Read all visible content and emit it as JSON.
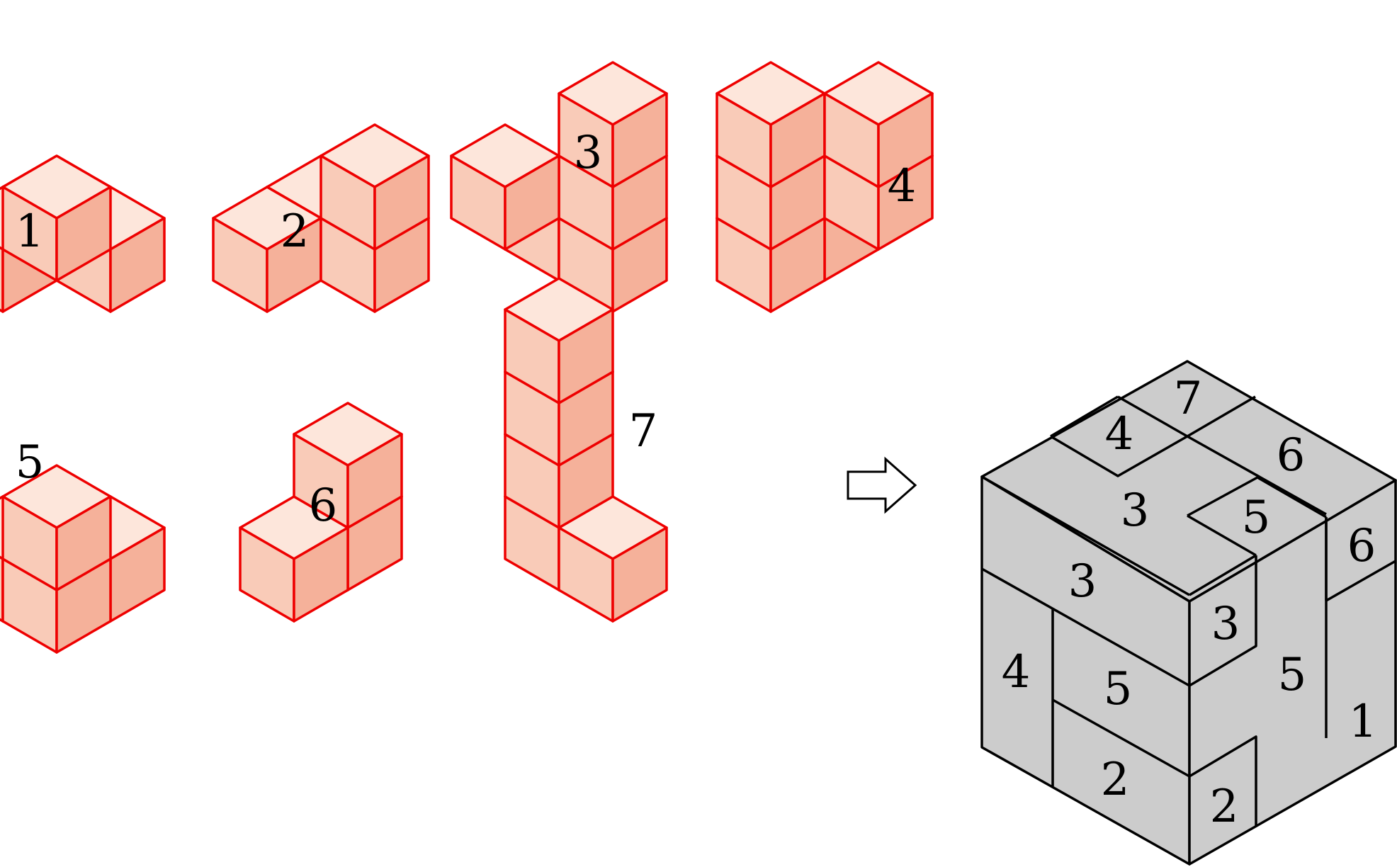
{
  "colors": {
    "piece_edge": "#ee0000",
    "piece_top": "#fde6db",
    "piece_left": "#f9cbb8",
    "piece_right": "#f5b19a",
    "cube_fill": "#cccccc",
    "cube_edge": "#000000",
    "text": "#000000"
  },
  "pieces": [
    {
      "id": "piece-1",
      "label": "1",
      "cubes": [
        [
          0,
          0,
          0
        ],
        [
          0,
          1,
          0
        ],
        [
          1,
          0,
          0
        ],
        [
          1,
          1,
          1
        ]
      ]
    },
    {
      "id": "piece-2",
      "label": "2",
      "cubes": [
        [
          1,
          0,
          0
        ],
        [
          0,
          0,
          0
        ],
        [
          0,
          1,
          0
        ],
        [
          0,
          1,
          1
        ]
      ]
    },
    {
      "id": "piece-3",
      "label": "3",
      "cubes": [
        [
          0,
          1,
          0
        ],
        [
          0,
          0,
          0
        ],
        [
          0,
          1,
          1
        ],
        [
          0,
          1,
          2
        ],
        [
          1,
          0,
          1
        ]
      ]
    },
    {
      "id": "piece-4",
      "label": "4",
      "cubes": [
        [
          1,
          0,
          0
        ],
        [
          0,
          0,
          0
        ],
        [
          1,
          0,
          1
        ],
        [
          0,
          0,
          1
        ],
        [
          1,
          0,
          2
        ],
        [
          0,
          1,
          1
        ],
        [
          0,
          1,
          2
        ]
      ]
    },
    {
      "id": "piece-5",
      "label": "5",
      "cubes": [
        [
          0,
          1,
          0
        ],
        [
          1,
          0,
          0
        ],
        [
          1,
          1,
          0
        ],
        [
          1,
          1,
          1
        ]
      ]
    },
    {
      "id": "piece-6",
      "label": "6",
      "cubes": [
        [
          1,
          0,
          0
        ],
        [
          0,
          0,
          0
        ],
        [
          0,
          0,
          1
        ]
      ]
    },
    {
      "id": "piece-7",
      "label": "7",
      "cubes": [
        [
          0,
          1,
          0
        ],
        [
          0,
          0,
          0
        ],
        [
          0,
          0,
          1
        ],
        [
          0,
          0,
          2
        ],
        [
          0,
          0,
          3
        ]
      ]
    }
  ],
  "arrow_icon": "right-arrow-outline-icon",
  "assembled_cube": {
    "labels": [
      "7",
      "4",
      "6",
      "3",
      "5",
      "6",
      "3",
      "3",
      "4",
      "5",
      "5",
      "1",
      "2",
      "2"
    ]
  }
}
